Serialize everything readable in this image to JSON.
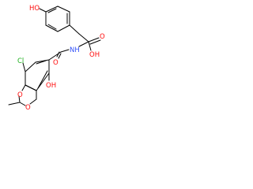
{
  "molecule": {
    "labels": {
      "phenol_oh": "HO",
      "nh": "NH",
      "cooh_oh": "OH",
      "cooh_o": "O",
      "amide_o": "O",
      "cl": "Cl",
      "ring_oh": "OH",
      "ring_o": "O",
      "ether_o": "O"
    },
    "colors": {
      "oxygen": "#ff0d0d",
      "nitrogen": "#3050f8",
      "chlorine": "#1fb01f",
      "bond": "#000000"
    }
  }
}
